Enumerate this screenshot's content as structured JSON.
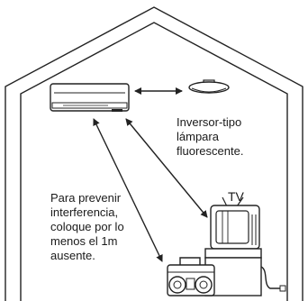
{
  "labels": {
    "lamp": "Inversor-tipo\nlámpara\nfluorescente.",
    "advice": "Para prevenir\ninterferencia,\ncoloque por lo\nmenos el 1m\nausente.",
    "tv": "TV"
  },
  "icons": {
    "air_conditioner": "air-conditioner-icon",
    "lamp": "ceiling-lamp-icon",
    "tv": "television-icon",
    "radio": "boombox-icon"
  },
  "colors": {
    "line": "#222222",
    "background": "#ffffff"
  }
}
